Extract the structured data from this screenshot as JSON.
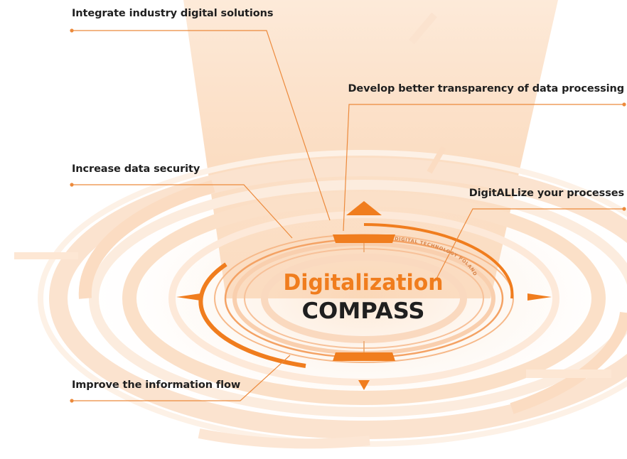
{
  "callouts": {
    "integrate": "Integrate industry digital solutions",
    "transparency": "Develop better transparency of data processing",
    "security": "Increase data security",
    "digitallize": "DigitALLize your processes",
    "information_flow": "Improve the information flow"
  },
  "center": {
    "title_line1": "Digitalization",
    "title_line2": "COMPASS",
    "ring_text": "DIGITAL TECHNOLOGY POLAND"
  },
  "colors": {
    "accent": "#f07d1e",
    "accent_light": "#fbe0c8",
    "text_dark": "#1f1f1f"
  }
}
